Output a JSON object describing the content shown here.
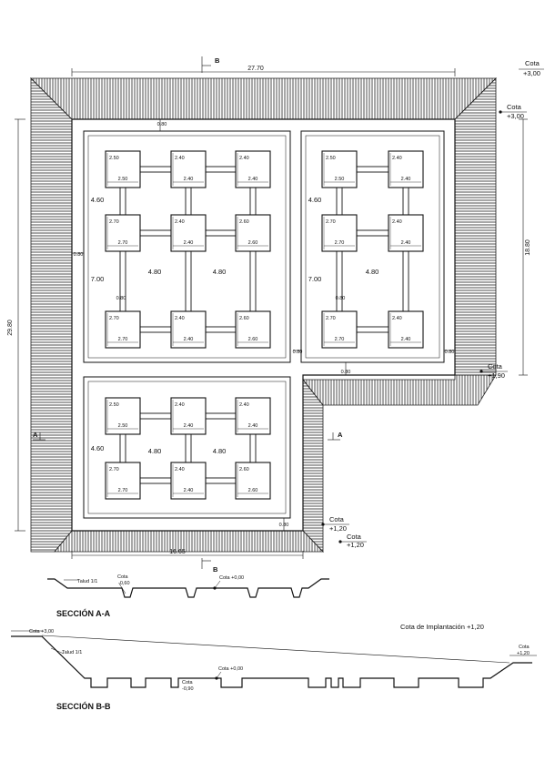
{
  "plan": {
    "overall_width": "27.70",
    "overall_height": "29.80",
    "right_height": "18.80",
    "bottom_width": "16.65",
    "gap_top": "0.80",
    "gap_mid": "0.80",
    "gap_bottom": "0.80",
    "gap_left": "0.80",
    "gap_right_pond": "0.80",
    "gap_right_edge": "0.80",
    "section_b": "B",
    "section_a": "A",
    "cota_word": "Cota",
    "cota_top_corner": "+3,00",
    "cota_top_right": "+3,00",
    "cota_mid_right": "+1,90",
    "cota_bottom_a": "+1,20",
    "cota_bottom_b": "+1,20"
  },
  "pond1": {
    "row_gap_1": "4.60",
    "row_gap_2": "7.00",
    "col_gap_1": "4.80",
    "col_gap_2": "4.80",
    "small_gap": "0.80",
    "pits": [
      {
        "a": "2.50",
        "b": "2.50"
      },
      {
        "a": "2.40",
        "b": "2.40"
      },
      {
        "a": "2.40",
        "b": "2.40"
      },
      {
        "a": "2.70",
        "b": "2.70"
      },
      {
        "a": "2.40",
        "b": "2.40"
      },
      {
        "a": "2.60",
        "b": "2.60"
      },
      {
        "a": "2.70",
        "b": "2.70"
      },
      {
        "a": "2.40",
        "b": "2.40"
      },
      {
        "a": "2.60",
        "b": "2.60"
      }
    ]
  },
  "pond2": {
    "row_gap_1": "4.60",
    "row_gap_2": "7.00",
    "col_gap_1": "4.80",
    "small_gap": "0.80",
    "pits": [
      {
        "a": "2.50",
        "b": "2.50"
      },
      {
        "a": "2.40",
        "b": "2.40"
      },
      {
        "a": "2.70",
        "b": "2.70"
      },
      {
        "a": "2.40",
        "b": "2.40"
      },
      {
        "a": "2.70",
        "b": "2.70"
      },
      {
        "a": "2.40",
        "b": "2.40"
      }
    ]
  },
  "pond3": {
    "row_gap_1": "4.60",
    "col_gap_1": "4.80",
    "col_gap_2": "4.80",
    "pits": [
      {
        "a": "2.50",
        "b": "2.50"
      },
      {
        "a": "2.40",
        "b": "2.40"
      },
      {
        "a": "2.40",
        "b": "2.40"
      },
      {
        "a": "2.70",
        "b": "2.70"
      },
      {
        "a": "2.40",
        "b": "2.40"
      },
      {
        "a": "2.60",
        "b": "2.60"
      }
    ]
  },
  "section_aa": {
    "title": "SECCIÓN A-A",
    "talud": "Talud 1/1",
    "cota_low": "Cota\n-0,60",
    "cota_low_word": "Cota",
    "cota_low_val": "-0,60",
    "cota_zero": "Cota +0,00"
  },
  "section_bb": {
    "title": "SECCIÓN B-B",
    "cota_left": "Cota +3,00",
    "talud": "Talud 1/1",
    "implantacion": "Cota de Implantación +1,20",
    "cota_right_word": "Cota",
    "cota_right_val": "+1,20",
    "cota_zero": "Cota +0,00",
    "cota_low_word": "Cota",
    "cota_low_val": "-0,90"
  }
}
